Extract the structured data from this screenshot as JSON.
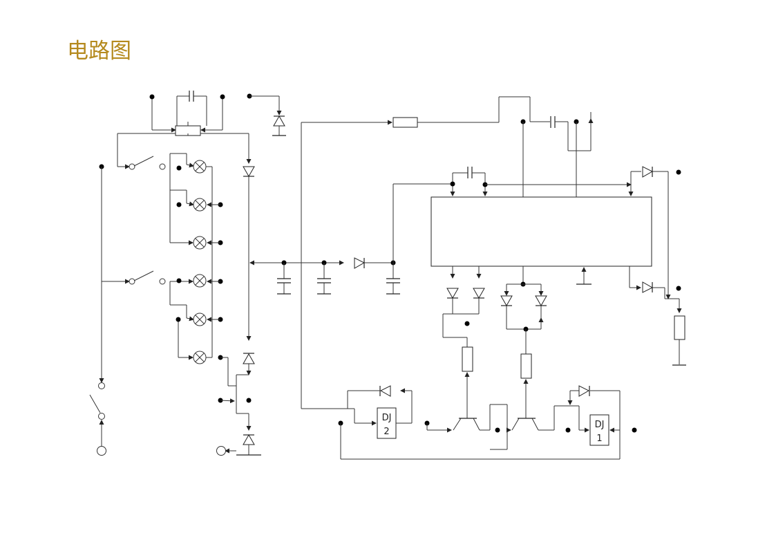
{
  "title": "电路图",
  "components": {
    "relay_dj2": {
      "line1": "DJ",
      "line2": "2"
    },
    "relay_dj1": {
      "line1": "DJ",
      "line2": "1"
    }
  },
  "colors": {
    "title": "#b58a1e",
    "wire": "#333333"
  }
}
